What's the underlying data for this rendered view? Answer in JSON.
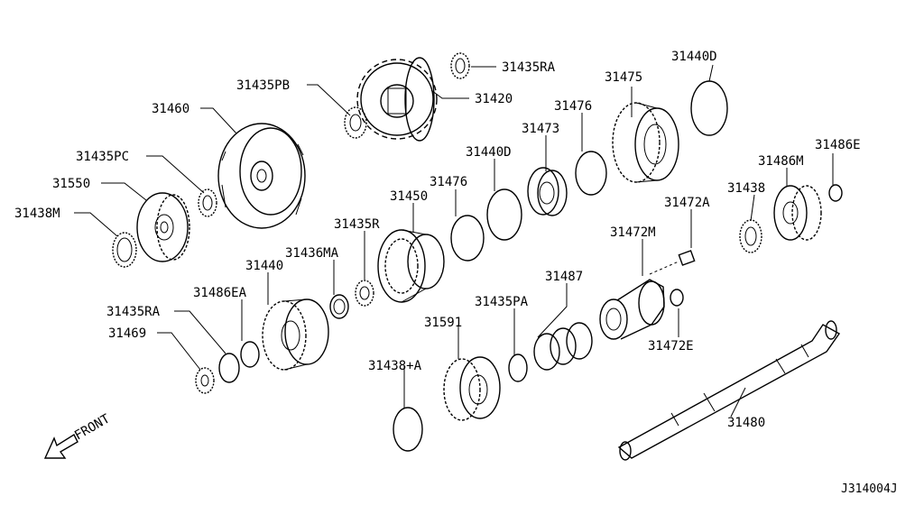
{
  "diagram_code": "J314004J",
  "front_label": "FRONT",
  "labels": {
    "p31435PB": "31435PB",
    "p31420": "31420",
    "p31435RA_top": "31435RA",
    "p31475": "31475",
    "p31440D_top": "31440D",
    "p31460": "31460",
    "p31476_top": "31476",
    "p31473": "31473",
    "p31435PC": "31435PC",
    "p31440D_mid": "31440D",
    "p31486E": "31486E",
    "p31486M": "31486M",
    "p31550": "31550",
    "p31476_mid": "31476",
    "p31438": "31438",
    "p31450": "31450",
    "p31472A": "31472A",
    "p31438M": "31438M",
    "p31435R": "31435R",
    "p31472M": "31472M",
    "p31436MA": "31436MA",
    "p31440": "31440",
    "p31487": "31487",
    "p31486EA": "31486EA",
    "p31435PA": "31435PA",
    "p31435RA_low": "31435RA",
    "p31591": "31591",
    "p31472E": "31472E",
    "p31469": "31469",
    "p31438A": "31438+A",
    "p31480": "31480"
  }
}
